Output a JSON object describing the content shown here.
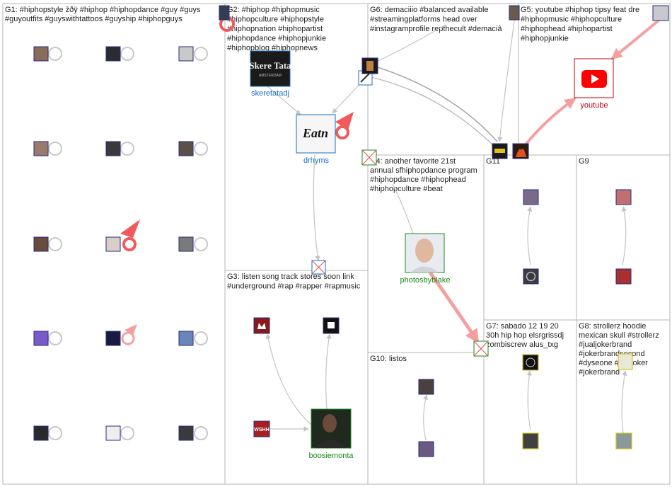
{
  "groups": [
    {
      "id": "G1",
      "title_lines": [
        "G1: #hiphopstyle žðÿ #hiphop #hiphopdance #guy #guys",
        "#guyoutfits #guyswithtattoos #guyship #hiphopguys"
      ]
    },
    {
      "id": "G2",
      "title_lines": [
        "G2: #hiphop #hiphopmusic",
        "#hiphopculture #hiphopstyle",
        "#hiphopnation #hiphopartist",
        "#hiphopdance #hiphopjunkie",
        "#hiphopblog #hiphopnews"
      ]
    },
    {
      "id": "G6",
      "title_lines": [
        "G6: demaciiio #balanced available",
        "#streamingplatforms head over",
        "#instagramprofile repthecult #demaciâ"
      ]
    },
    {
      "id": "G5",
      "title_lines": [
        "G5: youtube #hiphop tipsy feat dre",
        "#hiphopmusic #hiphopculture",
        "#hiphophead #hiphopartist",
        "#hiphopjunkie"
      ]
    },
    {
      "id": "G4",
      "title_lines": [
        "G4: another favorite 21st",
        "annual sfhiphopdance program",
        "#hiphopdance #hiphophead",
        "#hiphopculture #beat"
      ]
    },
    {
      "id": "G11",
      "title_lines": [
        "G11"
      ]
    },
    {
      "id": "G9",
      "title_lines": [
        "G9"
      ]
    },
    {
      "id": "G3",
      "title_lines": [
        "G3: listen song track stores soon link",
        "#underground #rap #rapper #rapmusic"
      ]
    },
    {
      "id": "G10",
      "title_lines": [
        "G10: listos"
      ]
    },
    {
      "id": "G7",
      "title_lines": [
        "G7: sabado 12 19 20",
        "30h hip hop elsrgrissdj",
        "zombiscrew alus_txg"
      ]
    },
    {
      "id": "G8",
      "title_lines": [
        "G8: strollerz hoodie",
        "mexican skull #strollerz",
        "#jualjokerbrand",
        "#jokerbrandsecond",
        "#dyseone #jualjoker",
        "#jokerbrand"
      ]
    }
  ],
  "node_labels": {
    "skeretatadj": "skeretatadj",
    "drhyms": "drhyms",
    "youtube": "youtube",
    "photosbyblake": "photosbyblake",
    "boosiemonta": "boosiemonta"
  },
  "logo_text": {
    "skeretatadj": "Skere Tata",
    "skeretatadj_sub": "AMSTERDAM",
    "drhyms": "Eatn",
    "wshh": "WSHH"
  },
  "colors": {
    "border": "#b4b4b4",
    "edge": "#c0c0c0",
    "edge_red": "#f4a0a0",
    "label_blue": "#1a6fc4",
    "label_red": "#c0001a",
    "label_green": "#1a8a1a",
    "youtube_red": "#ff0000"
  }
}
